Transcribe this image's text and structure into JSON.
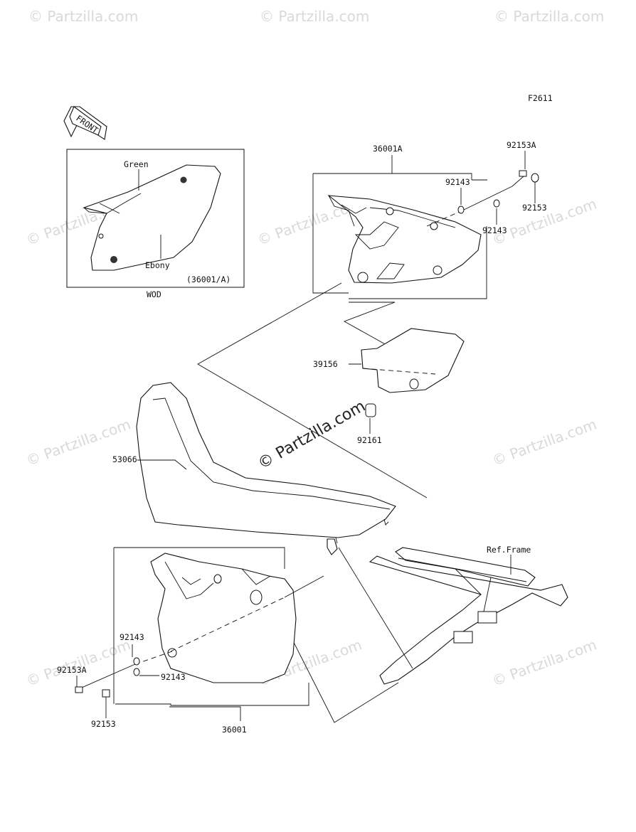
{
  "figure_code": "F2611",
  "front_label": "FRONT",
  "inset": {
    "title": "WOD",
    "ref_text": "(36001/A)",
    "color_top": "Green",
    "color_bottom": "Ebony"
  },
  "callouts": {
    "p36001A": "36001A",
    "p92153A_top": "92153A",
    "p92143_top_left": "92143",
    "p92153_top": "92153",
    "p92143_top_right": "92143",
    "p39156": "39156",
    "p92161": "92161",
    "p53066": "53066",
    "ref_frame": "Ref.Frame",
    "p92143_bot_upper": "92143",
    "p92143_bot_lower": "92143",
    "p92153A_bot": "92153A",
    "p92153_bot": "92153",
    "p36001": "36001"
  },
  "watermark": {
    "small": "© Partzilla.com",
    "center": "© Partzilla.com"
  }
}
